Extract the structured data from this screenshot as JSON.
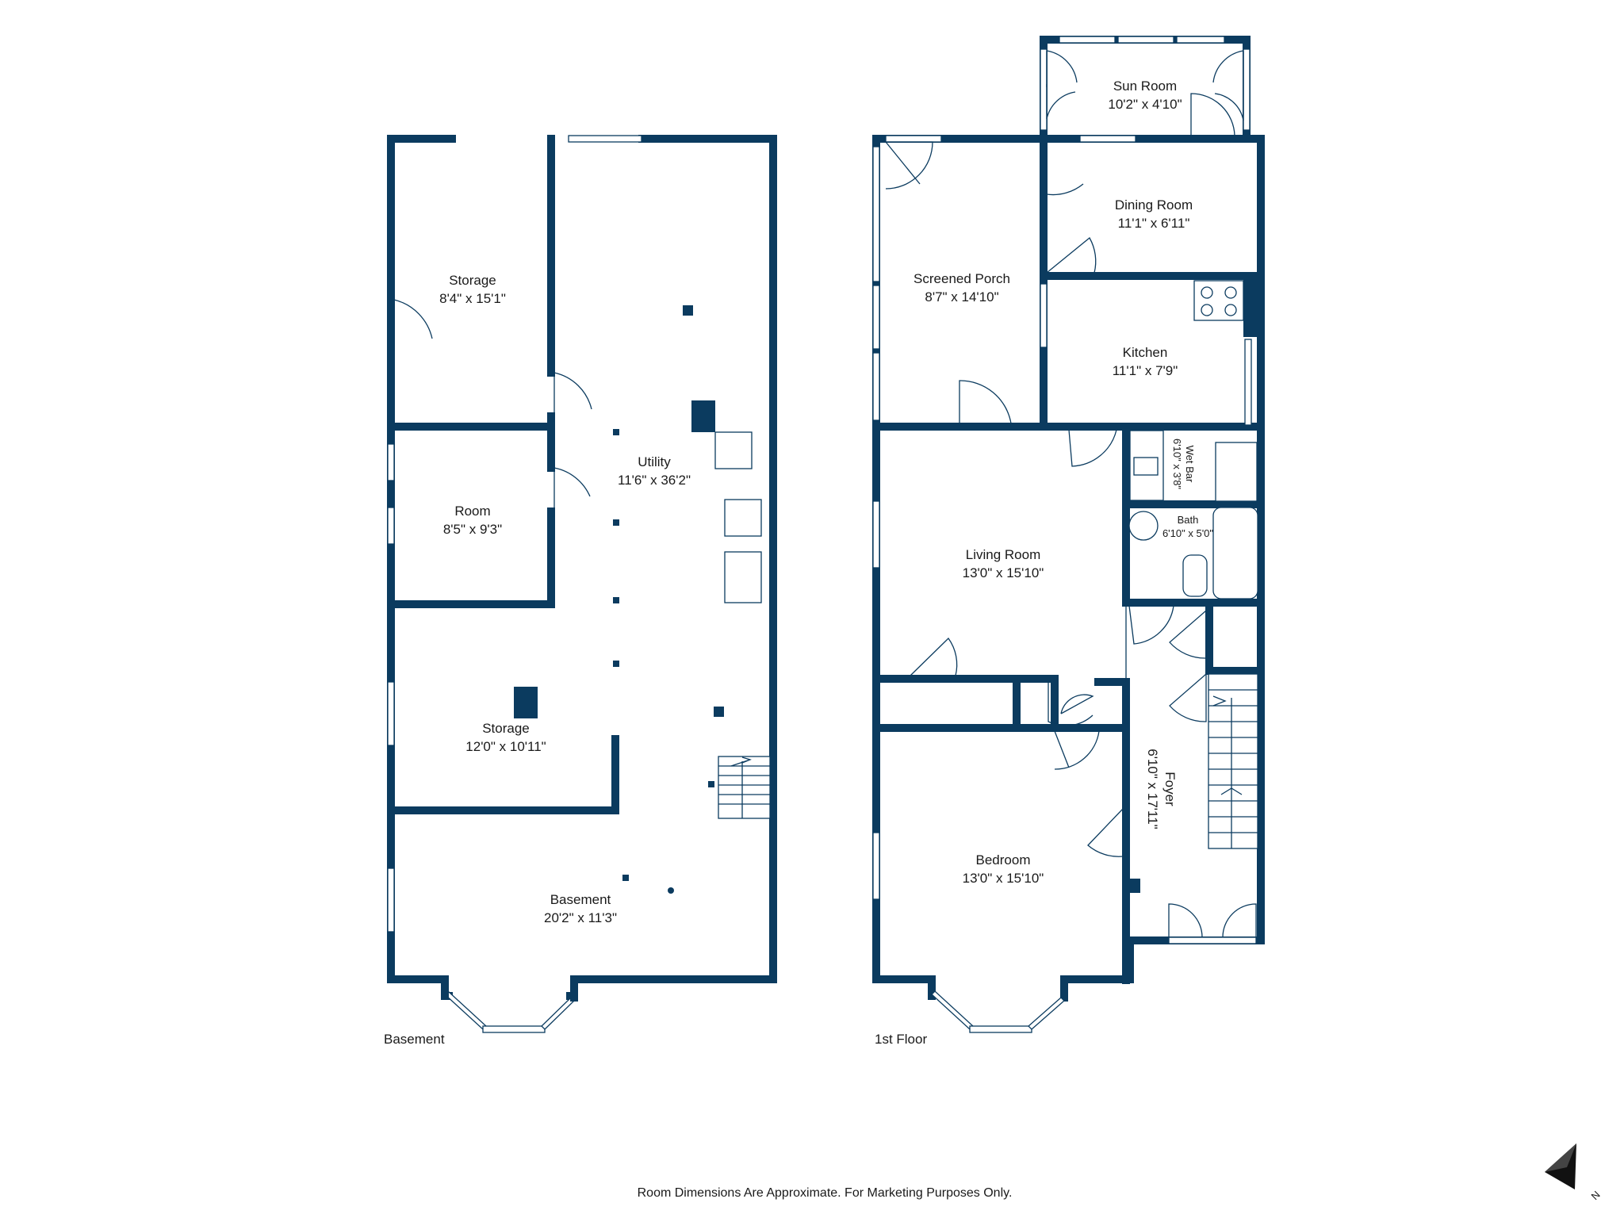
{
  "floors": [
    {
      "label": "Basement",
      "rooms": [
        {
          "name": "Storage",
          "dims": "8'4\" x 15'1\""
        },
        {
          "name": "Room",
          "dims": "8'5\" x 9'3\""
        },
        {
          "name": "Utility",
          "dims": "11'6\" x 36'2\""
        },
        {
          "name": "Storage",
          "dims": "12'0\" x 10'11\""
        },
        {
          "name": "Basement",
          "dims": "20'2\" x 11'3\""
        }
      ]
    },
    {
      "label": "1st Floor",
      "rooms": [
        {
          "name": "Sun Room",
          "dims": "10'2\" x 4'10\""
        },
        {
          "name": "Dining Room",
          "dims": "11'1\" x 6'11\""
        },
        {
          "name": "Screened Porch",
          "dims": "8'7\" x 14'10\""
        },
        {
          "name": "Kitchen",
          "dims": "11'1\" x 7'9\""
        },
        {
          "name": "Wet Bar",
          "dims": "6'10\" x 3'8\""
        },
        {
          "name": "Bath",
          "dims": "6'10\" x 5'0\""
        },
        {
          "name": "Living Room",
          "dims": "13'0\" x 15'10\""
        },
        {
          "name": "Foyer",
          "dims": "6'10\" x 17'11\""
        },
        {
          "name": "Bedroom",
          "dims": "13'0\" x 15'10\""
        }
      ]
    }
  ],
  "disclaimer": "Room Dimensions Are Approximate. For Marketing Purposes Only.",
  "compass_label": "N",
  "colors": {
    "wall": "#0b3b5f",
    "text": "#1a1a1a",
    "background": "#ffffff"
  }
}
